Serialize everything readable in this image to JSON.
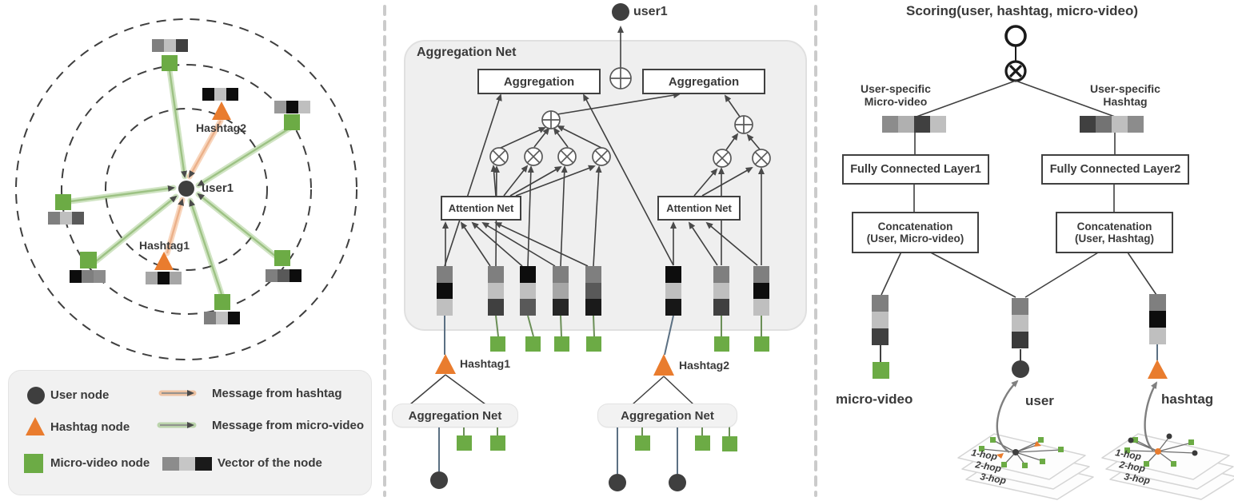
{
  "palette": {
    "green": "#6CAB45",
    "orange": "#E97C2E",
    "dark_node": "#3F3F3F",
    "line": "#404040",
    "slate_connector": "#5B7083",
    "panel_gray": "#EFEFEF"
  },
  "left_panel": {
    "user_label": "user1",
    "hashtag1_label": "Hashtag1",
    "hashtag2_label": "Hashtag2",
    "legend": {
      "user_node": "User node",
      "hashtag_node": "Hashtag node",
      "micro_video_node": "Micro-video node",
      "message_from_hashtag": "Message from hashtag",
      "message_from_micro_video": "Message from micro-video",
      "vector_of_the_node": "Vector of the node"
    }
  },
  "middle_panel": {
    "container_label": "Aggregation Net",
    "user_label": "user1",
    "aggregation_left": "Aggregation",
    "aggregation_right": "Aggregation",
    "attention_left": "Attention Net",
    "attention_right": "Attention Net",
    "hashtag1_label": "Hashtag1",
    "hashtag2_label": "Hashtag2",
    "pill_left": "Aggregation Net",
    "pill_right": "Aggregation Net"
  },
  "right_panel": {
    "title": "Scoring(user, hashtag, micro-video)",
    "user_specific_micro_video_line1": "User-specific",
    "user_specific_micro_video_line2": "Micro-video",
    "user_specific_hashtag_line1": "User-specific",
    "user_specific_hashtag_line2": "Hashtag",
    "fully_connected_layer1": "Fully Connected Layer1",
    "fully_connected_layer2": "Fully Connected Layer2",
    "concat_mv_line1": "Concatenation",
    "concat_mv_line2": "(User, Micro-video)",
    "concat_ht_line1": "Concatenation",
    "concat_ht_line2": "(User, Hashtag)",
    "micro_video_label": "micro-video",
    "user_label": "user",
    "hashtag_label": "hashtag",
    "hops": [
      "1-hop",
      "2-hop",
      "3-hop"
    ]
  },
  "vectors": {
    "lv_top": [
      "#7F7F7F",
      "#BFBFBF",
      "#404040"
    ],
    "lv_h2": [
      "#0D0D0D",
      "#BFBFBF",
      "#0D0D0D"
    ],
    "lv_right": [
      "#999999",
      "#0D0D0D",
      "#BFBFBF"
    ],
    "lv_left": [
      "#7F7F7F",
      "#BFBFBF",
      "#595959"
    ],
    "lv_h1": [
      "#A6A6A6",
      "#0D0D0D",
      "#A6A6A6"
    ],
    "lv_bl": [
      "#0D0D0D",
      "#7F7F7F",
      "#8C8C8C"
    ],
    "lv_bm": [
      "#7F7F7F",
      "#BFBFBF",
      "#0D0D0D"
    ],
    "lv_br": [
      "#7F7F7F",
      "#595959",
      "#0D0D0D"
    ],
    "legend_vec": [
      "#8C8C8C",
      "#C6C6C6",
      "#1A1A1A"
    ],
    "v1": [
      "#7F7F7F",
      "#0D0D0D",
      "#BFBFBF"
    ],
    "v2": [
      "#7F7F7F",
      "#BFBFBF",
      "#404040"
    ],
    "v3": [
      "#0D0D0D",
      "#BFBFBF",
      "#595959"
    ],
    "v4": [
      "#7F7F7F",
      "#A6A6A6",
      "#262626"
    ],
    "v5": [
      "#7F7F7F",
      "#595959",
      "#1A1A1A"
    ],
    "v6": [
      "#0D0D0D",
      "#BFBFBF",
      "#171717"
    ],
    "v7": [
      "#7F7F7F",
      "#BFBFBF",
      "#404040"
    ],
    "v8": [
      "#7F7F7F",
      "#0D0D0D",
      "#BFBFBF"
    ],
    "rh_mv": [
      "#8C8C8C",
      "#B0B0B0",
      "#404040",
      "#BFBFBF"
    ],
    "rh_ht": [
      "#404040",
      "#737373",
      "#BFBFBF",
      "#8C8C8C"
    ],
    "rv_mv": [
      "#7F7F7F",
      "#BFBFBF",
      "#404040"
    ],
    "rv_user": [
      "#7F7F7F",
      "#BFBFBF",
      "#3A3A3A"
    ],
    "rv_ht": [
      "#7F7F7F",
      "#0D0D0D",
      "#BFBFBF"
    ]
  }
}
